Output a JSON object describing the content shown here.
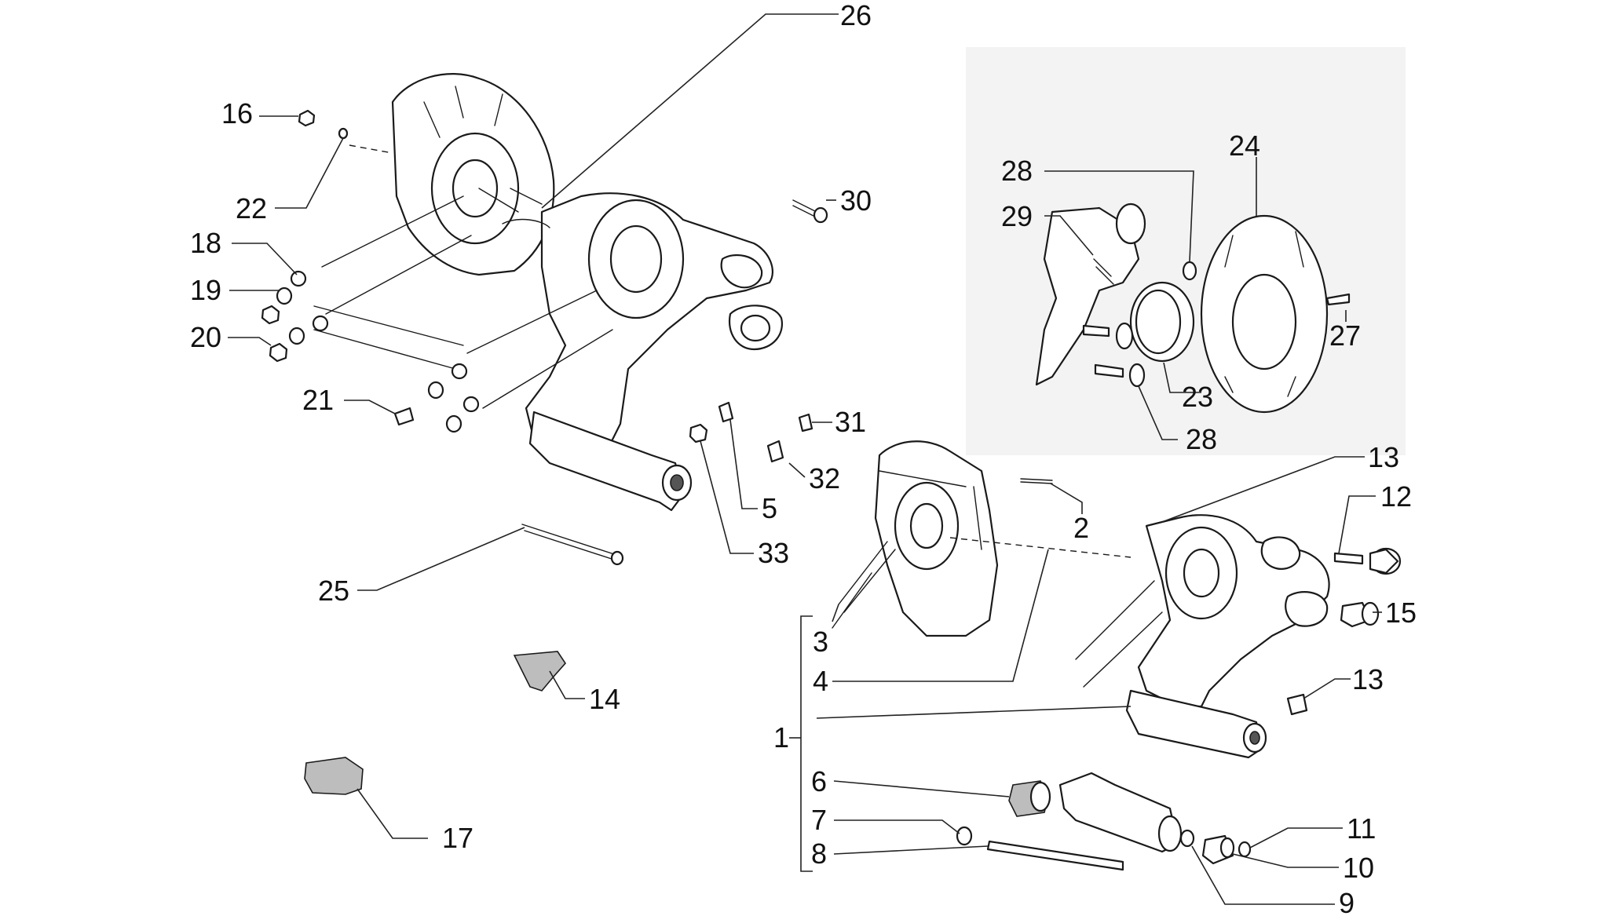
{
  "callouts": [
    {
      "id": "26",
      "label": "26"
    },
    {
      "id": "16",
      "label": "16"
    },
    {
      "id": "22",
      "label": "22"
    },
    {
      "id": "18",
      "label": "18"
    },
    {
      "id": "19",
      "label": "19"
    },
    {
      "id": "20",
      "label": "20"
    },
    {
      "id": "21",
      "label": "21"
    },
    {
      "id": "30",
      "label": "30"
    },
    {
      "id": "31",
      "label": "31"
    },
    {
      "id": "32",
      "label": "32"
    },
    {
      "id": "5",
      "label": "5"
    },
    {
      "id": "33",
      "label": "33"
    },
    {
      "id": "25",
      "label": "25"
    },
    {
      "id": "14",
      "label": "14"
    },
    {
      "id": "17",
      "label": "17"
    },
    {
      "id": "28a",
      "label": "28"
    },
    {
      "id": "29",
      "label": "29"
    },
    {
      "id": "24",
      "label": "24"
    },
    {
      "id": "27",
      "label": "27"
    },
    {
      "id": "23",
      "label": "23"
    },
    {
      "id": "28b",
      "label": "28"
    },
    {
      "id": "13a",
      "label": "13"
    },
    {
      "id": "12",
      "label": "12"
    },
    {
      "id": "2",
      "label": "2"
    },
    {
      "id": "15",
      "label": "15"
    },
    {
      "id": "13b",
      "label": "13"
    },
    {
      "id": "3",
      "label": "3"
    },
    {
      "id": "4",
      "label": "4"
    },
    {
      "id": "1",
      "label": "1"
    },
    {
      "id": "6",
      "label": "6"
    },
    {
      "id": "7",
      "label": "7"
    },
    {
      "id": "8",
      "label": "8"
    },
    {
      "id": "11",
      "label": "11"
    },
    {
      "id": "10",
      "label": "10"
    },
    {
      "id": "9",
      "label": "9"
    }
  ]
}
